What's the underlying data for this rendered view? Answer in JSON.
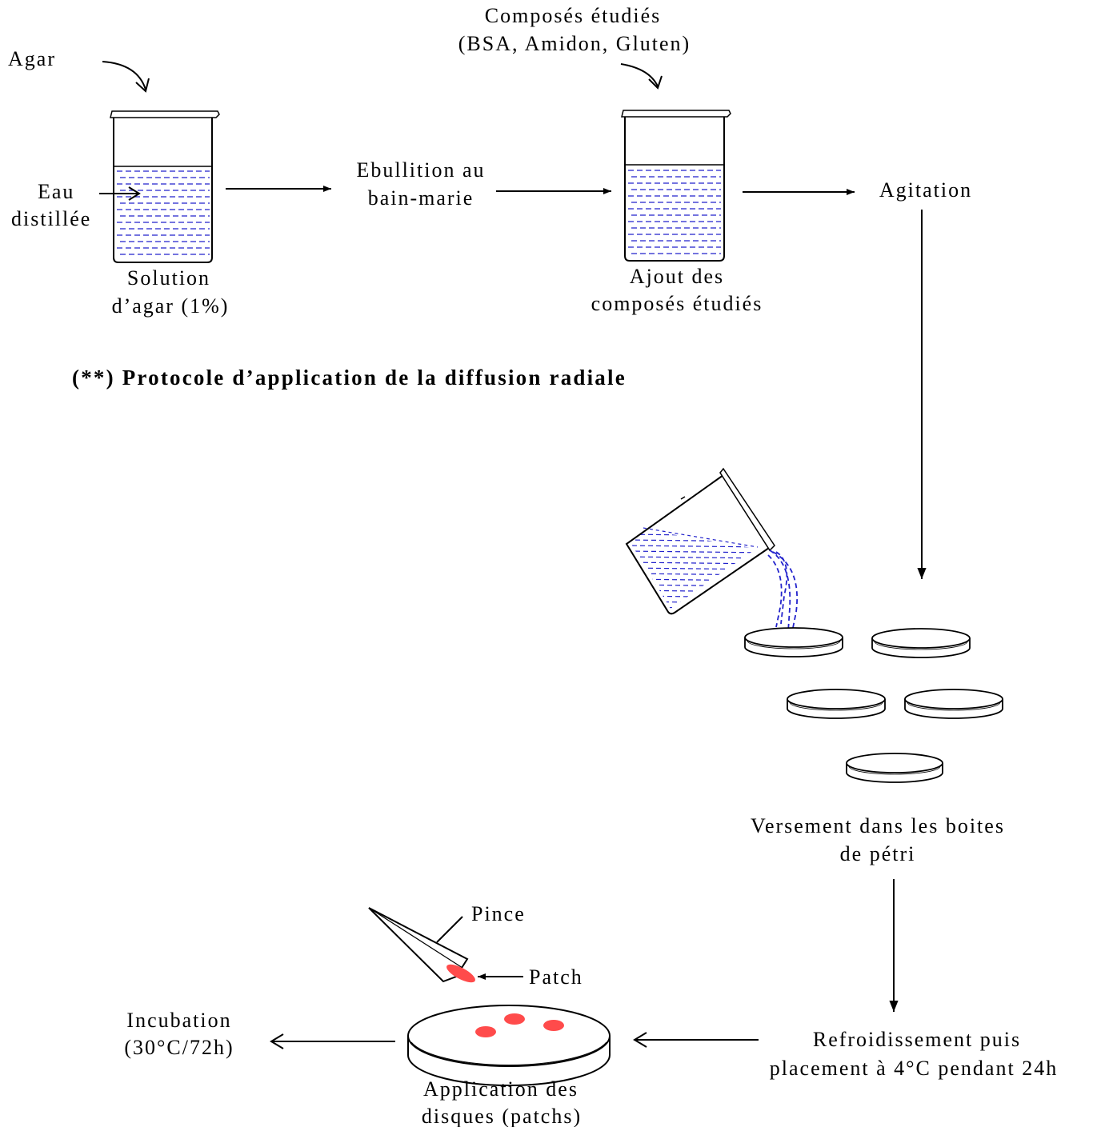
{
  "title": "(**) Protocole d’application de la diffusion radiale",
  "labels": {
    "agar": "Agar",
    "eau_line1": "Eau",
    "eau_line2": "distillée",
    "solution_line1": "Solution",
    "solution_line2": "d’agar (1%)",
    "ebullition_line1": "Ebullition au",
    "ebullition_line2": "bain-marie",
    "composes_line1": "Composés étudiés",
    "composes_line2": "(BSA, Amidon, Gluten)",
    "ajout_line1": "Ajout des",
    "ajout_line2": "composés étudiés",
    "agitation": "Agitation",
    "versement_line1": "Versement dans les boites",
    "versement_line2": "de pétri",
    "refroid_line1": "Refroidissement puis",
    "refroid_line2": "placement à 4°C pendant 24h",
    "pince": "Pince",
    "patch": "Patch",
    "application_line1": "Application des",
    "application_line2": "disques (patchs)",
    "incubation_line1": "Incubation",
    "incubation_line2": "(30°C/72h)"
  },
  "colors": {
    "liquid": "#2222cc",
    "patch": "#ff4b4b",
    "line": "#000000"
  }
}
